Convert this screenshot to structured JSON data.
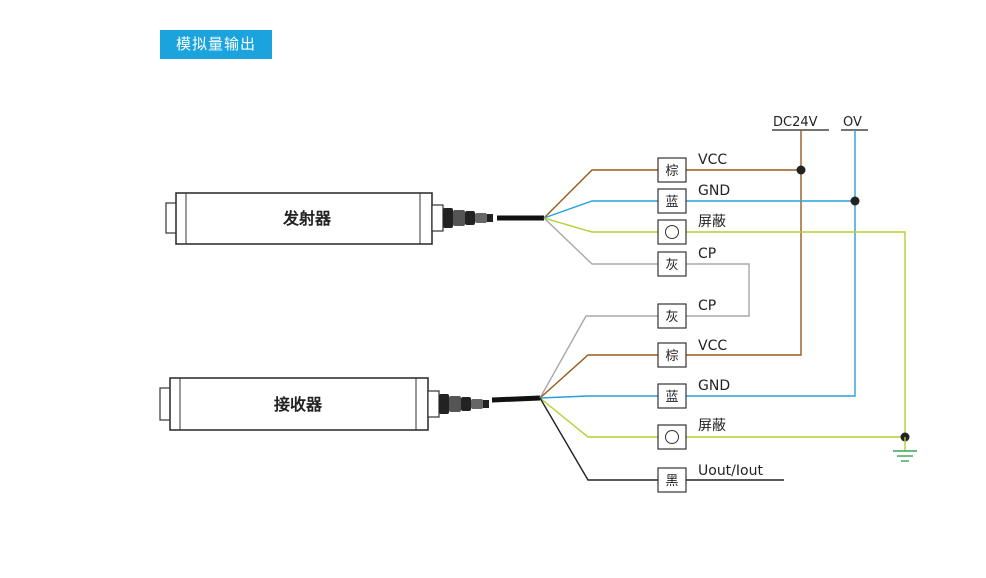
{
  "title": "模拟量输出",
  "rails": {
    "positive": "DC24V",
    "negative": "OV"
  },
  "colors": {
    "brown": "#9b5a1c",
    "blue": "#27a0da",
    "yellow_green": "#b4cf2f",
    "gray": "#a8a8a8",
    "black": "#222222",
    "accent": "#1aa3dc"
  },
  "devices": {
    "emitter": "发射器",
    "receiver": "接收器"
  },
  "emitter_wires": [
    {
      "box": "棕",
      "label": "VCC",
      "color": "brown"
    },
    {
      "box": "蓝",
      "label": "GND",
      "color": "blue"
    },
    {
      "box": "",
      "label": "屏蔽",
      "color": "yellow_green"
    },
    {
      "box": "灰",
      "label": "CP",
      "color": "gray"
    }
  ],
  "receiver_wires": [
    {
      "box": "灰",
      "label": "CP",
      "color": "gray"
    },
    {
      "box": "棕",
      "label": "VCC",
      "color": "brown"
    },
    {
      "box": "蓝",
      "label": "GND",
      "color": "blue"
    },
    {
      "box": "",
      "label": "屏蔽",
      "color": "yellow_green"
    },
    {
      "box": "黑",
      "label": "Uout/Iout",
      "color": "black"
    }
  ]
}
